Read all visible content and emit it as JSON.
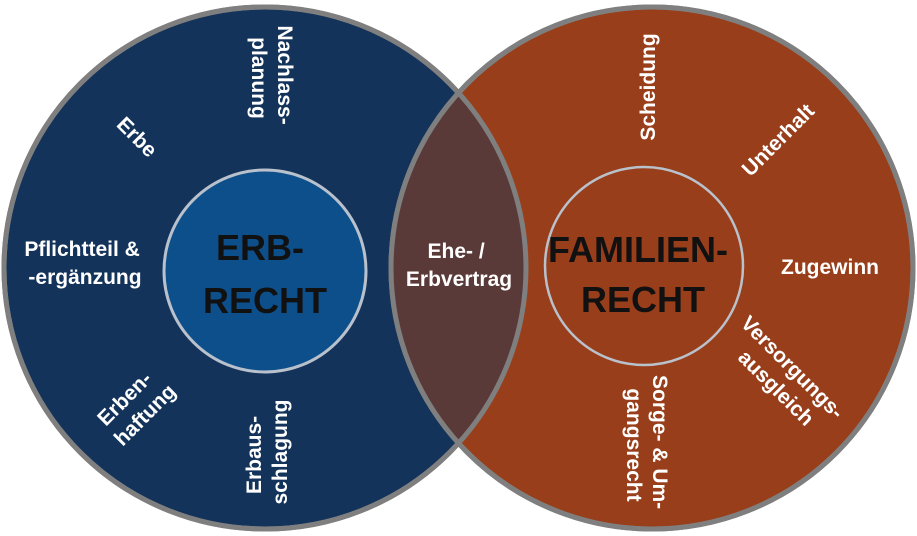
{
  "colors": {
    "left_circle": "#13335a",
    "left_inner": "#0d4f8b",
    "right_circle": "#983e1a",
    "right_inner": "#983e1a",
    "overlap": "#5a3a38",
    "outline": "#7f7f7f",
    "inner_outline": "#b9c1cc",
    "center_text": "#111111"
  },
  "left": {
    "title_line1": "ERB-",
    "title_line2": "RECHT",
    "items": {
      "nachlass_line1": "Nachlass-",
      "nachlass_line2": "planung",
      "erbe": "Erbe",
      "pflicht_line1": "Pflichtteil &",
      "pflicht_line2": "-ergänzung",
      "haftung_line1": "Erben-",
      "haftung_line2": "haftung",
      "ausschlag_line1": "Erbaus-",
      "ausschlag_line2": "schlagung"
    }
  },
  "overlap": {
    "line1": "Ehe- /",
    "line2": "Erbvertrag"
  },
  "right": {
    "title_line1": "FAMILIEN-",
    "title_line2": "RECHT",
    "items": {
      "scheidung": "Scheidung",
      "unterhalt": "Unterhalt",
      "zugewinn": "Zugewinn",
      "versorgung_line1": "Versorgungs-",
      "versorgung_line2": "ausgleich",
      "sorge_line1": "Sorge- & Um-",
      "sorge_line2": "gangsrecht"
    }
  }
}
